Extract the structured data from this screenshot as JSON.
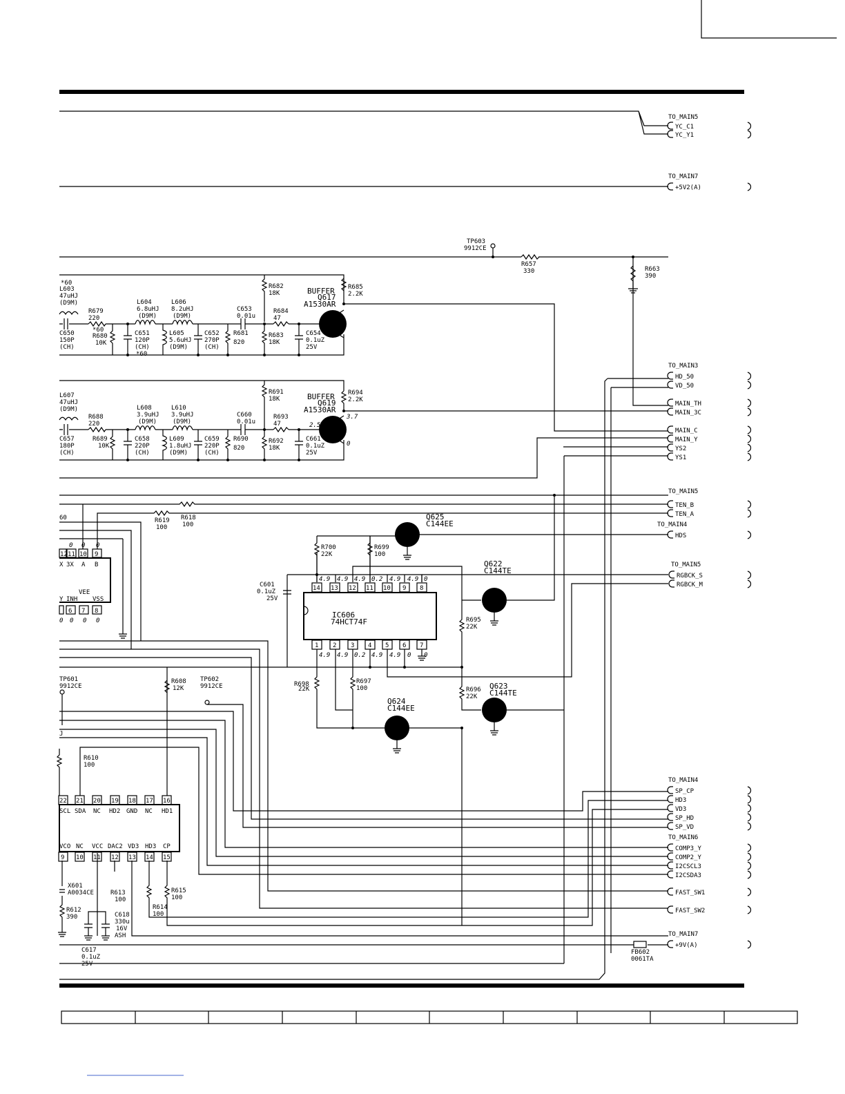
{
  "connectors": {
    "main5_a": {
      "title": "TO_MAIN5",
      "pins": [
        "YC_C1",
        "YC_Y1"
      ]
    },
    "main7_a": {
      "title": "TO_MAIN7",
      "pins": [
        "+5V2(A)"
      ]
    },
    "main3": {
      "title": "TO_MAIN3",
      "pins": [
        "HD_50",
        "VD_50",
        "MAIN_TH",
        "MAIN_3C",
        "MAIN_C",
        "MAIN_Y",
        "YS2",
        "YS1"
      ]
    },
    "main5_b": {
      "title": "TO_MAIN5",
      "pins": [
        "TEN_B",
        "TEN_A"
      ]
    },
    "main4_a": {
      "title": "TO_MAIN4",
      "pins": [
        "HDS"
      ]
    },
    "main5_c": {
      "title": "TO_MAIN5",
      "pins": [
        "RGBCK_S",
        "RGBCK_M"
      ]
    },
    "main4_b": {
      "title": "TO_MAIN4",
      "pins": [
        "SP_CP",
        "HD3",
        "VD3",
        "SP_HD",
        "SP_VD"
      ]
    },
    "main6": {
      "title": "TO_MAIN6",
      "pins": [
        "COMP3_Y",
        "COMP2_Y",
        "I2CSCL3",
        "I2CSDA3",
        "FAST_SW1",
        "FAST_SW2"
      ]
    },
    "main7_b": {
      "title": "TO_MAIN7",
      "pins": [
        "+9V(A)"
      ]
    }
  },
  "labels": {
    "tp603": "TP603",
    "tp603_type": "9912CE",
    "r657": "R657",
    "r657_v": "330",
    "r663": "R663",
    "r663_v": "390",
    "buffer1": "BUFFER",
    "q617": "Q617",
    "q617_t": "A1530AR",
    "r685": "R685",
    "r685_v": "2.2K",
    "r682": "R682",
    "r682_v": "18K",
    "r683": "R683",
    "r683_v": "18K",
    "r684": "R684",
    "r684_v": "47",
    "c653": "C653",
    "c653_v": "0.01u",
    "c654": "C654",
    "c654_v": "0.1uZ",
    "c654_v2": "25V",
    "r681": "R681",
    "r681_v": "820",
    "c652": "C652",
    "c652_v": "270P",
    "c652_v2": "(CH)",
    "l604": "L604",
    "l604_v": "6.8uHJ",
    "l604_v2": "(D9M)",
    "l606": "L606",
    "l606_v": "8.2uHJ",
    "l606_v2": "(D9M)",
    "l605": "L605",
    "l605_v": "5.6uHJ",
    "l605_v2": "(D9M)",
    "c651": "C651",
    "c651_v": "120P",
    "c651_v2": "(CH)",
    "c651_v3": "*60",
    "r679": "R679",
    "r679_v": "220",
    "r679_v2": "*60",
    "r680": "R680",
    "r680_v": "10K",
    "l603_a": "*60",
    "l603": "L603",
    "l603_v": "47uHJ",
    "l603_v2": "(D9M)",
    "c650": "C650",
    "c650_v": "150P",
    "c650_v2": "(CH)",
    "buffer2": "BUFFER",
    "q619": "Q619",
    "q619_t": "A1530AR",
    "r694": "R694",
    "r694_v": "2.2K",
    "r691": "R691",
    "r691_v": "18K",
    "r692": "R692",
    "r692_v": "18K",
    "r693": "R693",
    "r693_v": "47",
    "c660": "C660",
    "c660_v": "0.01u",
    "c661": "C661",
    "c661_v": "0.1uZ",
    "c661_v2": "25V",
    "r690": "R690",
    "r690_v": "820",
    "c659": "C659",
    "c659_v": "220P",
    "c659_v2": "(CH)",
    "l608": "L608",
    "l608_v": "3.9uHJ",
    "l608_v2": "(D9M)",
    "l610": "L610",
    "l610_v": "3.9uHJ",
    "l610_v2": "(D9M)",
    "l609": "L609",
    "l609_v": "1.8uHJ",
    "l609_v2": "(D9M)",
    "c658": "C658",
    "c658_v": "220P",
    "c658_v2": "(CH)",
    "r688": "R688",
    "r688_v": "220",
    "r689": "R689",
    "r689_v": "10K",
    "l607": "L607",
    "l607_v": "47uHJ",
    "l607_v2": "(D9M)",
    "c657": "C657",
    "c657_v": "180P",
    "c657_v2": "(CH)",
    "volt_25": "2.5",
    "volt_37": "3.7",
    "volt_0": "0",
    "r619": "R619",
    "r619_v": "100",
    "r618": "R618",
    "r618_v": "100",
    "q625": "Q625",
    "q625_t": "C144EE",
    "q622": "Q622",
    "q622_t": "C144TE",
    "q623": "Q623",
    "q623_t": "C144TE",
    "q624": "Q624",
    "q624_t": "C144EE",
    "r700": "R700",
    "r700_v": "22K",
    "r699": "R699",
    "r699_v": "100",
    "r695": "R695",
    "r695_v": "22K",
    "r696": "R696",
    "r696_v": "22K",
    "r697": "R697",
    "r697_v": "100",
    "r698": "R698",
    "r698_v": "22K",
    "c601": "C601",
    "c601_v": "0.1uZ",
    "c601_v2": "25V",
    "ic606": "IC606",
    "ic606_t": "74HCT74F",
    "ic606_top_pins": [
      "14",
      "13",
      "12",
      "11",
      "10",
      "9",
      "8"
    ],
    "ic606_bot_pins": [
      "1",
      "2",
      "3",
      "4",
      "5",
      "6",
      "7"
    ],
    "ic606_top_v": [
      "4.9",
      "4.9",
      "4.9",
      "0.2",
      "4.9",
      "4.9",
      "0"
    ],
    "ic606_bot_v": [
      "4.9",
      "4.9",
      "0.2",
      "4.9",
      "4.9",
      "0",
      "0"
    ],
    "mux_top_pins": [
      "12",
      "11",
      "10",
      "9"
    ],
    "mux_top_v": [
      "0",
      "0",
      "0"
    ],
    "mux_funcs": [
      "X",
      "3X",
      "A",
      "B"
    ],
    "mux_bot_pins": [
      "6",
      "7",
      "8"
    ],
    "mux_bot_v": [
      "0",
      "0",
      "0",
      "0"
    ],
    "mux_bot_funcs": [
      "Y",
      "INH",
      "VEE",
      "VSS"
    ],
    "frag_60": "60",
    "tp601": "TP601",
    "tp601_t": "9912CE",
    "tp602": "TP602",
    "tp602_t": "9912CE",
    "r608": "R608",
    "r608_v": "12K",
    "r610": "R610",
    "r610_v": "100",
    "frag_j": "J",
    "ic_top_pins": [
      "22",
      "21",
      "20",
      "19",
      "18",
      "17",
      "16"
    ],
    "ic_top_funcs": [
      "SCL",
      "SDA",
      "NC",
      "HD2",
      "GND",
      "NC",
      "HD1"
    ],
    "ic_bot_pins": [
      "9",
      "10",
      "11",
      "12",
      "13",
      "14",
      "15"
    ],
    "ic_bot_funcs": [
      "VCO",
      "NC",
      "VCC",
      "DAC2",
      "VD3",
      "HD3",
      "CP"
    ],
    "x601": "X601",
    "x601_t": "A0034CE",
    "r613": "R613",
    "r613_v": "100",
    "r614": "R614",
    "r614_v": "100",
    "r615": "R615",
    "r615_v": "100",
    "r612": "R612",
    "r612_v": "390",
    "c618": "C618",
    "c618_v": "330u",
    "c618_v2": "16V",
    "c618_v3": "ASH",
    "c617": "C617",
    "c617_v": "0.1uZ",
    "c617_v2": "25V",
    "fb602": "FB602",
    "fb602_t": "0061TA"
  }
}
